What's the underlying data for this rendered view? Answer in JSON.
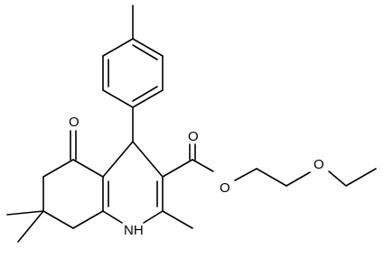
{
  "labels": {
    "ketone_oxygen": "O",
    "ester_carbonyl_oxygen": "O",
    "ester_oxygen": "O",
    "ether_oxygen": "O",
    "ring_nitrogen": "NH"
  },
  "colors": {
    "bond": "#000000",
    "text": "#000000",
    "background": "#ffffff"
  }
}
